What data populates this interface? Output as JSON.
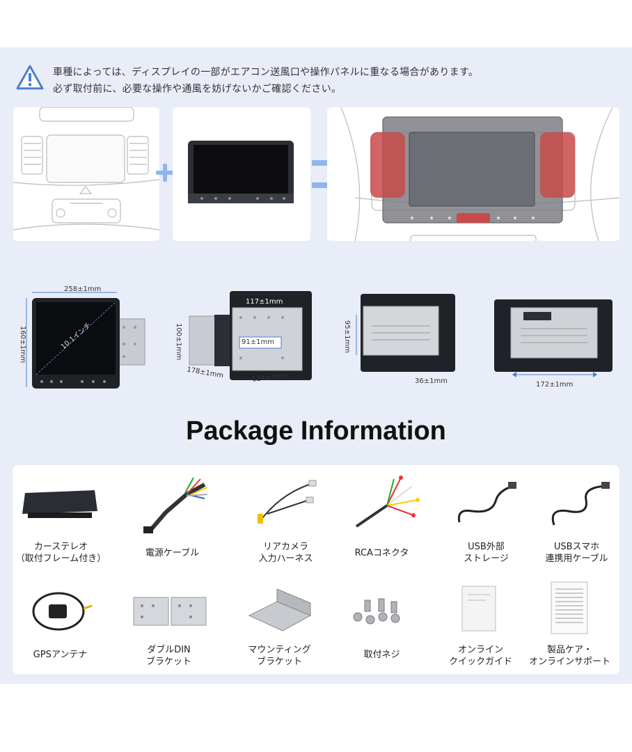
{
  "warning": {
    "line1": "車種によっては、ディスプレイの一部がエアコン送風口や操作パネルに重なる場合があります。",
    "line2": "必ず取付前に、必要な操作や通風を妨げないかご確認ください。"
  },
  "dimensions": {
    "width": "258±1mm",
    "height": "160±1mm",
    "diagonal": "10.1インチ",
    "frame_width": "117±1mm",
    "frame_height": "100±1mm",
    "inner": "91±1mm",
    "depth": "178±1mm",
    "cage": "124±1mm",
    "h95": "95±1mm",
    "d36": "36±1mm",
    "w172": "172±1mm"
  },
  "package": {
    "title": "Package Information",
    "items": [
      {
        "line1": "カーステレオ",
        "line2": "（取付フレーム付き）"
      },
      {
        "line1": "電源ケーブル",
        "line2": ""
      },
      {
        "line1": "リアカメラ",
        "line2": "入力ハーネス"
      },
      {
        "line1": "RCAコネクタ",
        "line2": ""
      },
      {
        "line1": "USB外部",
        "line2": "ストレージ"
      },
      {
        "line1": "USBスマホ",
        "line2": "連携用ケーブル"
      },
      {
        "line1": "GPSアンテナ",
        "line2": ""
      },
      {
        "line1": "ダブルDIN",
        "line2": "ブラケット"
      },
      {
        "line1": "マウンティング",
        "line2": "ブラケット"
      },
      {
        "line1": "取付ネジ",
        "line2": ""
      },
      {
        "line1": "オンライン",
        "line2": "クイックガイド"
      },
      {
        "line1": "製品ケア・",
        "line2": "オンラインサポート"
      }
    ]
  },
  "colors": {
    "accent_blue": "#4a7fd0",
    "warning_red": "#c94a4a",
    "panel": "#e9edf7"
  }
}
